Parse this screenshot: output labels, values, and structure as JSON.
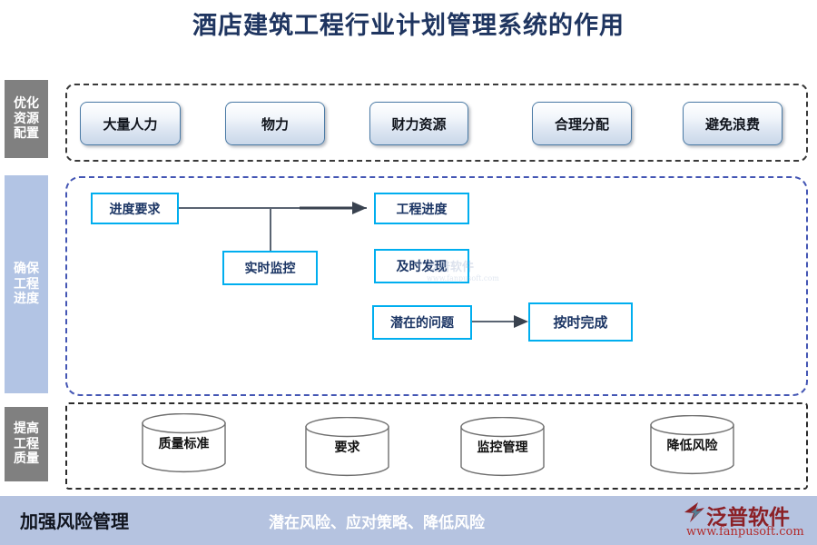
{
  "page": {
    "title": "酒店建筑工程行业计划管理系统的作用",
    "title_color": "#1f3560",
    "background": "#ffffff"
  },
  "sections": [
    {
      "side_label_lines": [
        "优化",
        "资源",
        "配置"
      ],
      "side_label_bg": "#808080",
      "border_color": "#3a3a3a",
      "items": [
        {
          "label": "大量人力"
        },
        {
          "label": "物力"
        },
        {
          "label": "财力资源"
        },
        {
          "label": "合理分配"
        },
        {
          "label": "避免浪费"
        }
      ]
    },
    {
      "side_label_lines": [
        "确保",
        "工程",
        "进度"
      ],
      "side_label_bg": "#b2c4e4",
      "border_color": "#4456b4",
      "items": [
        {
          "label": "进度要求"
        },
        {
          "label": "工程进度"
        },
        {
          "label": "实时监控"
        },
        {
          "label": "及时发现"
        },
        {
          "label": "潜在的问题"
        },
        {
          "label": "按时完成"
        }
      ],
      "box_border_color": "#00aeef"
    },
    {
      "side_label_lines": [
        "提高",
        "工程",
        "质量"
      ],
      "side_label_bg": "#808080",
      "border_color": "#2b2b2b",
      "items": [
        {
          "label": "质量标准"
        },
        {
          "label": "要求"
        },
        {
          "label": "监控管理"
        },
        {
          "label": "降低风险"
        }
      ]
    }
  ],
  "footer": {
    "left_text": "加强风险管理",
    "center_text": "潜在风险、应对策略、降低风险",
    "bg_color": "#b5c3e0",
    "left_text_color": "#10141e",
    "center_text_color": "#ffffff",
    "logo_name": "泛普软件",
    "logo_url": "www.fanpusoft.com",
    "logo_color": "#8b2026"
  },
  "watermark": {
    "name": "泛普软件",
    "url": "www.fanpusoft.com"
  }
}
